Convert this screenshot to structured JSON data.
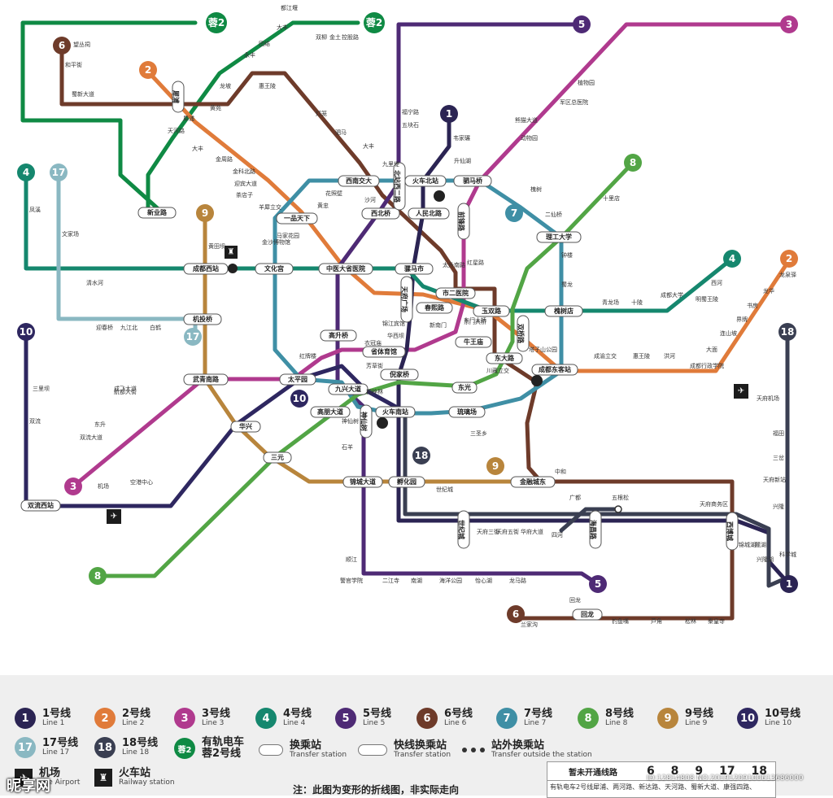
{
  "line_colors": {
    "l1": "#2b2453",
    "l2": "#e07b3a",
    "l3": "#b03a8e",
    "l4": "#15876e",
    "l5": "#4e2a75",
    "l6": "#6e3b2a",
    "l7": "#3f8fa5",
    "l8": "#52a545",
    "l9": "#b8853c",
    "l10": "#2e2760",
    "l17": "#8ab8c2",
    "l18": "#3a3f52",
    "r2": "#0f8a44"
  },
  "bubbles": [
    {
      "text": "蓉2",
      "color": "#0f8a44"
    },
    {
      "text": "蓉2",
      "color": "#0f8a44"
    },
    {
      "text": "6",
      "color": "#6e3b2a"
    },
    {
      "text": "2",
      "color": "#e07b3a"
    },
    {
      "text": "5",
      "color": "#4e2a75"
    },
    {
      "text": "3",
      "color": "#b03a8e"
    },
    {
      "text": "1",
      "color": "#2b2453"
    },
    {
      "text": "4",
      "color": "#15876e"
    },
    {
      "text": "17",
      "color": "#8ab8c2"
    },
    {
      "text": "9",
      "color": "#b8853c"
    },
    {
      "text": "8",
      "color": "#52a545"
    },
    {
      "text": "7",
      "color": "#3f8fa5"
    },
    {
      "text": "4",
      "color": "#15876e"
    },
    {
      "text": "2",
      "color": "#e07b3a"
    },
    {
      "text": "10",
      "color": "#2e2760"
    },
    {
      "text": "18",
      "color": "#3a3f52"
    },
    {
      "text": "17",
      "color": "#8ab8c2"
    },
    {
      "text": "10",
      "color": "#2e2760"
    },
    {
      "text": "3",
      "color": "#b03a8e"
    },
    {
      "text": "18",
      "color": "#3a3f52"
    },
    {
      "text": "9",
      "color": "#b8853c"
    },
    {
      "text": "8",
      "color": "#52a545"
    },
    {
      "text": "5",
      "color": "#4e2a75"
    },
    {
      "text": "1",
      "color": "#2b2453"
    },
    {
      "text": "6",
      "color": "#6e3b2a"
    }
  ],
  "transfer_stations": [
    "新业路",
    "一品天下",
    "西北桥",
    "西南交大",
    "火车北站",
    "驷马桥",
    "人民北路",
    "理工大学",
    "成都西站",
    "文化宫",
    "中医大省医院",
    "骡马市",
    "市二医院",
    "春熙路",
    "玉双路",
    "槐树店",
    "机投桥",
    "武青南路",
    "高升桥",
    "牛王庙",
    "东大路",
    "省体育馆",
    "倪家桥",
    "成都东客站",
    "太平园",
    "九兴大道",
    "东光",
    "华兴",
    "高朋大道",
    "火车南站",
    "琉璃场",
    "三元",
    "锦城大道",
    "孵化园",
    "金融城东",
    "双流西站",
    "回龙"
  ],
  "vertical_stations": [
    "犀浦",
    "北站西二路",
    "前锋路",
    "天府广场",
    "双桥路",
    "神仙树",
    "世纪城",
    "海昌路",
    "西博城"
  ],
  "station_labels": [
    "望丛祠",
    "和平街",
    "蜀新大道",
    "犀浦",
    "黄苑",
    "惠王陵",
    "都江堰",
    "大丰",
    "团结",
    "永丰",
    "双柳",
    "金土",
    "控股路",
    "大丰",
    "龙坡",
    "天河路",
    "金周路",
    "金科北路",
    "迎宾大道",
    "茶店子",
    "羊犀立交",
    "花照壁",
    "沙河",
    "黄忠",
    "驷马",
    "灯笼",
    "升仙湖",
    "韦家碾",
    "大丰",
    "九里堤",
    "五块石",
    "福宁路",
    "熊猫大道",
    "动物园",
    "植物园",
    "军区总医院",
    "槐树",
    "十里店",
    "二仙桥",
    "锦江宾馆",
    "华西坝",
    "太升南路",
    "东门大桥",
    "川藏立交",
    "衣冠庙",
    "红牌楼",
    "新南门",
    "芳草街",
    "桐梓林",
    "红星路",
    "东门大桥",
    "塔子山公园",
    "成渝立交",
    "惠王陵",
    "洪河",
    "成都行政学院",
    "大面",
    "连山坡",
    "界牌",
    "书房",
    "龙华",
    "龙泉驿",
    "明蜀王陵",
    "西河",
    "十陵",
    "青龙场",
    "成都大学",
    "钟楼",
    "蜀龙",
    "黄田坝",
    "马家花园",
    "清水河",
    "文家场",
    "金沙博物馆",
    "凤溪",
    "成飞大道",
    "双流",
    "机场",
    "空港中心",
    "航都大街",
    "白鹤",
    "九江北",
    "迎春桥",
    "东升",
    "三里坝",
    "双流大道",
    "神仙树",
    "石羊",
    "三圣乡",
    "中和",
    "世纪城",
    "天府三街",
    "天府五街",
    "华府大道",
    "四河",
    "广都",
    "五根松",
    "兴隆湖",
    "天府新站",
    "三岔",
    "福田",
    "兴隆",
    "天府机场",
    "秦皇寺",
    "松林",
    "芦角",
    "钓鱼嘴",
    "兰家沟",
    "龙马路",
    "怡心湖",
    "海洋公园",
    "南湖",
    "二江寺",
    "警官学院",
    "顺江",
    "回龙",
    "天府商务区",
    "科学城",
    "麓湖",
    "锦城湖"
  ],
  "legend": [
    {
      "num": "1",
      "cn": "1号线",
      "en": "Line 1",
      "color": "#2b2453"
    },
    {
      "num": "2",
      "cn": "2号线",
      "en": "Line 2",
      "color": "#e07b3a"
    },
    {
      "num": "3",
      "cn": "3号线",
      "en": "Line 3",
      "color": "#b03a8e"
    },
    {
      "num": "4",
      "cn": "4号线",
      "en": "Line 4",
      "color": "#15876e"
    },
    {
      "num": "5",
      "cn": "5号线",
      "en": "Line 5",
      "color": "#4e2a75"
    },
    {
      "num": "6",
      "cn": "6号线",
      "en": "Line 6",
      "color": "#6e3b2a"
    },
    {
      "num": "7",
      "cn": "7号线",
      "en": "Line 7",
      "color": "#3f8fa5"
    },
    {
      "num": "8",
      "cn": "8号线",
      "en": "Line 8",
      "color": "#52a545"
    },
    {
      "num": "9",
      "cn": "9号线",
      "en": "Line 9",
      "color": "#b8853c"
    },
    {
      "num": "10",
      "cn": "10号线",
      "en": "Line 10",
      "color": "#2e2760"
    },
    {
      "num": "17",
      "cn": "17号线",
      "en": "Line 17",
      "color": "#8ab8c2"
    },
    {
      "num": "18",
      "cn": "18号线",
      "en": "Line 18",
      "color": "#3a3f52"
    },
    {
      "num": "蓉2",
      "cn": "有轨电车",
      "en": "蓉2号线",
      "color": "#0f8a44"
    }
  ],
  "legend_symbols": {
    "transfer": {
      "cn": "换乘站",
      "en": "Transfer station"
    },
    "express": {
      "cn": "快线换乘站",
      "en": "Transfer station"
    },
    "outside": {
      "cn": "站外换乘站",
      "en": "Transfer outside the station"
    },
    "airport": {
      "cn": "机场",
      "en": "The Airport",
      "icon": "airplane-icon"
    },
    "railway": {
      "cn": "火车站",
      "en": "Railway station",
      "icon": "train-icon"
    }
  },
  "future_lines": {
    "label": "暂未开通线路",
    "lines": [
      "6",
      "8",
      "9",
      "17",
      "18"
    ],
    "note": "有轨电车2号线犀浦、两河路、新达路、天河路、蜀新大道、康强四路、"
  },
  "note": "注：此图为变形的折线图，非实际走向",
  "watermark": "昵享网",
  "watermark_id": "ID:12814808 NO:20191209100613686000"
}
